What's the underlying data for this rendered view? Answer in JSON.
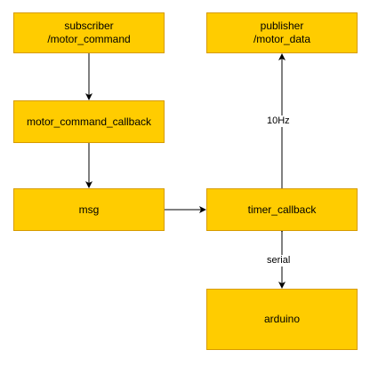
{
  "nodes": {
    "subscriber": "subscriber\n/motor_command",
    "callback": "motor_command_callback",
    "msg": "msg",
    "publisher": "publisher\n/motor_data",
    "timer": "timer_callback",
    "arduino": "arduino"
  },
  "edges": {
    "rate_label": "10Hz",
    "link_label": "serial"
  },
  "colors": {
    "node_fill": "#ffcc00",
    "node_border": "#d79b00",
    "edge": "#000000"
  }
}
